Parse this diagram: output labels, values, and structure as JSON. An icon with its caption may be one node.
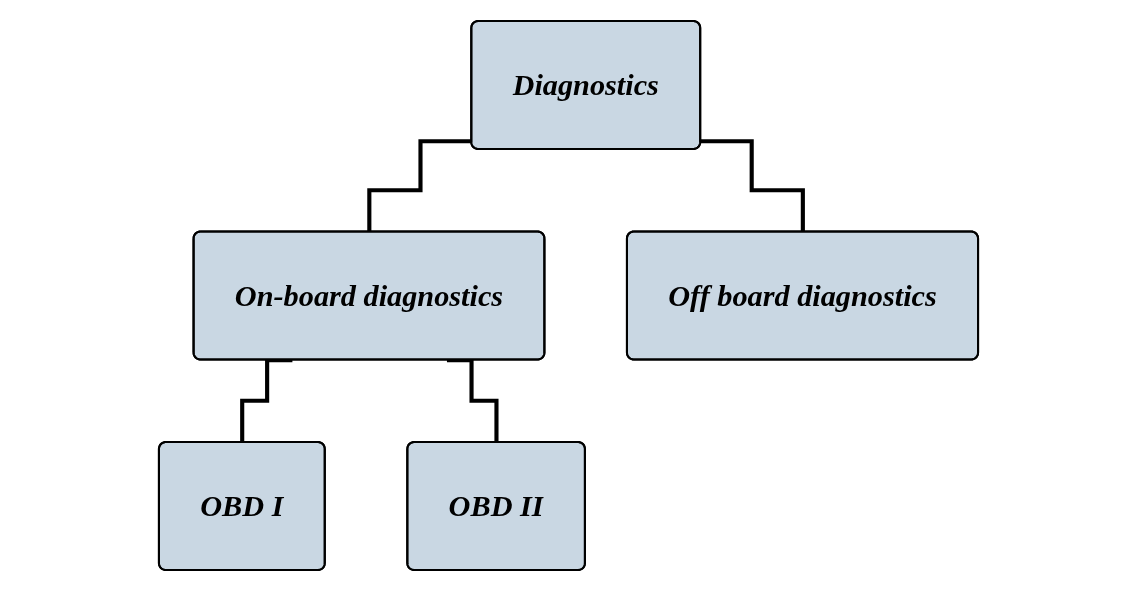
{
  "diagram": {
    "nodes": [
      {
        "text": [
          "Diagnostics"
        ]
      },
      {
        "text": [
          "On-board diagnostics"
        ]
      },
      {
        "text": [
          "Off board diagnostics"
        ]
      },
      {
        "text": [
          "OBD I"
        ]
      },
      {
        "text": [
          "OBD II"
        ]
      }
    ],
    "edges": [
      {
        "from": 0,
        "to": 1,
        "arrow": "none"
      },
      {
        "from": 0,
        "to": 2,
        "arrow": "none"
      },
      {
        "from": 1,
        "to": 3,
        "arrow": "none"
      },
      {
        "from": 1,
        "to": 4,
        "arrow": "none"
      }
    ]
  }
}
